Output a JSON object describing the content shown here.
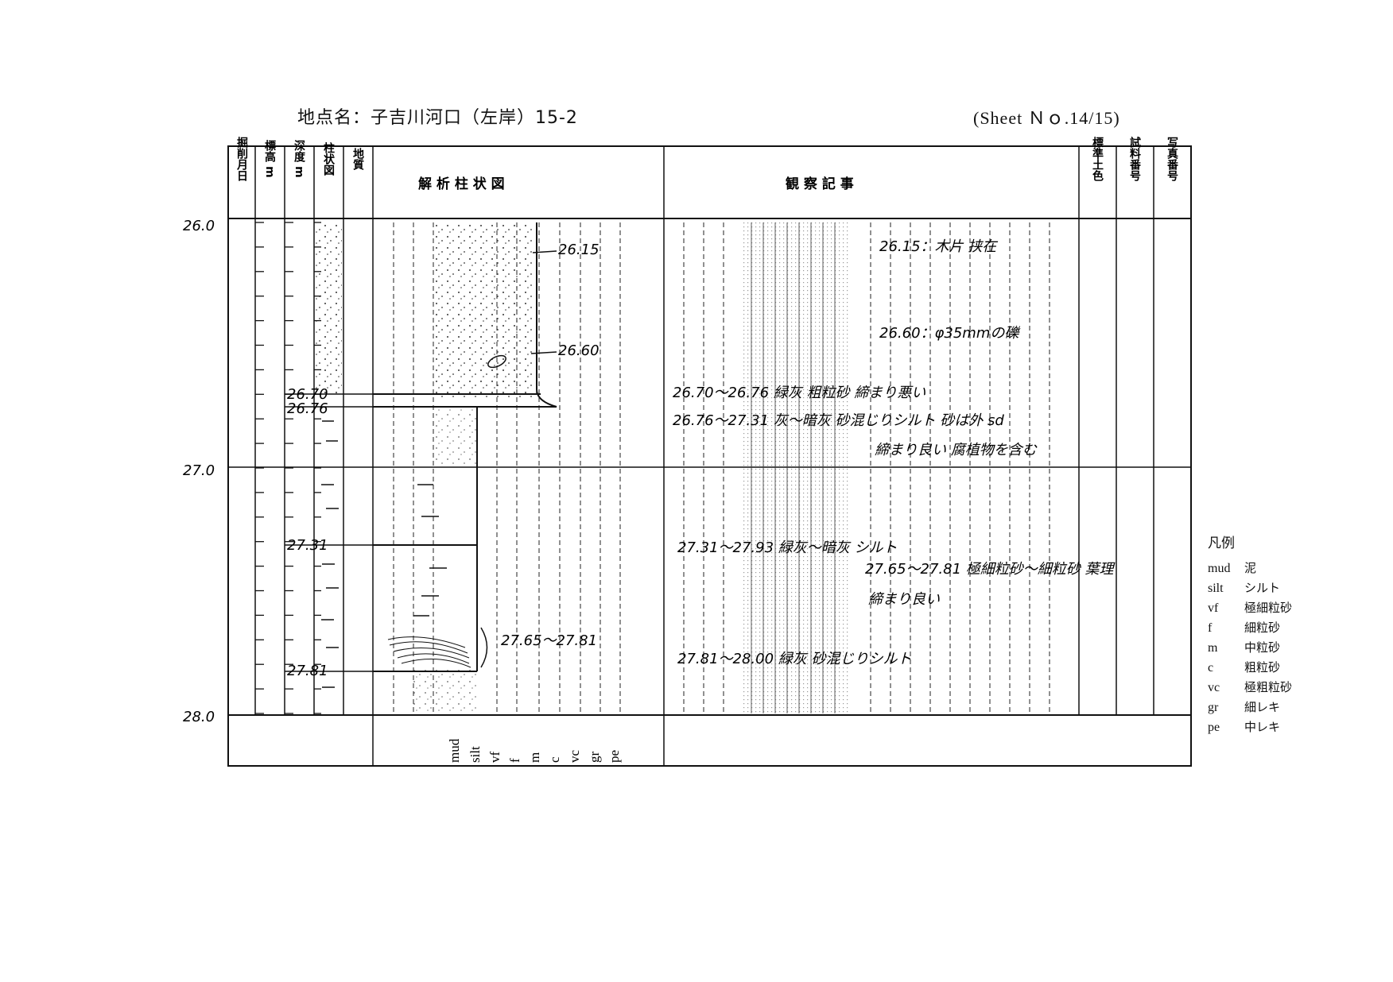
{
  "header": {
    "site": "地点名：子吉川河口（左岸）15-2",
    "sheet": "(Sheet Ｎｏ.14/15)"
  },
  "columns": {
    "date": "掘削月日",
    "elevation": "標高 m",
    "depth": "深度 m",
    "columnar": "柱状図",
    "geology": "地質",
    "analysis": "解 析 柱 状 図",
    "observation": "観 察 記 事",
    "soil_color": "標準土色",
    "sample_no": "試料番号",
    "photo_no": "写真番号"
  },
  "depth_scale": [
    "26.0",
    "27.0",
    "28.0"
  ],
  "depth_marks": [
    "26.70",
    "26.76",
    "27.31",
    "27.81"
  ],
  "grain_axis": [
    "mud",
    "silt",
    "vf",
    "f",
    "m",
    "c",
    "vc",
    "gr",
    "pe"
  ],
  "analysis_notes": {
    "n1": "26.15",
    "n2": "26.60",
    "n3": "27.65～27.81"
  },
  "observations": {
    "o1": "26.15：木片 挟在",
    "o2": "26.60：φ35mmの礫",
    "o3": "26.70～26.76 緑灰 粗粒砂 締まり悪い",
    "o4": "26.76～27.31 灰～暗灰 砂混じりシルト 砂は外 sd",
    "o5": "締まり良い 腐植物を含む",
    "o6": "27.31～27.93 緑灰～暗灰 シルト",
    "o7": "27.65～27.81 極細粒砂～細粒砂 葉理",
    "o8": "締まり良い",
    "o9": "27.81～28.00 緑灰 砂混じりシルト"
  },
  "legend": {
    "title": "凡例",
    "items": [
      {
        "code": "mud",
        "name": "泥"
      },
      {
        "code": "silt",
        "name": "シルト"
      },
      {
        "code": "vf",
        "name": "極細粒砂"
      },
      {
        "code": "f",
        "name": "細粒砂"
      },
      {
        "code": "m",
        "name": "中粒砂"
      },
      {
        "code": "c",
        "name": "粗粒砂"
      },
      {
        "code": "vc",
        "name": "極粗粒砂"
      },
      {
        "code": "gr",
        "name": "細レキ"
      },
      {
        "code": "pe",
        "name": "中レキ"
      }
    ]
  }
}
